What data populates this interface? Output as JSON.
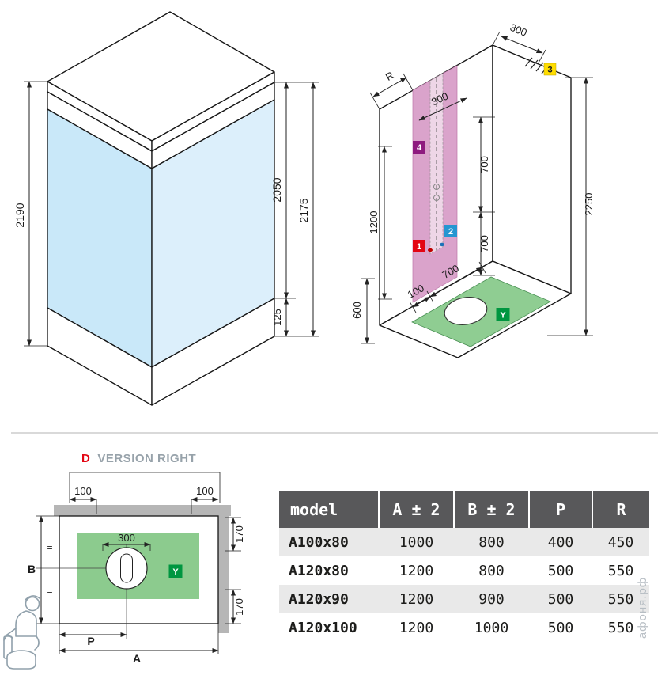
{
  "cabin": {
    "d_total_left": "2190",
    "d_glass": "2050",
    "d_base": "125",
    "d_total_right": "2175"
  },
  "installation": {
    "d_wall_top": "300",
    "marker_3": "3",
    "d_r": "R",
    "d_inner_300": "300",
    "marker_4": "4",
    "d_700_upper": "700",
    "d_700_lower": "700",
    "d_1200": "1200",
    "marker_1": "1",
    "marker_2": "2",
    "d_100": "100",
    "d_700_bottom": "700",
    "d_600": "600",
    "d_2250": "2250",
    "marker_y": "Y"
  },
  "plan": {
    "title_letter": "D",
    "title_text": "VERSION RIGHT",
    "d_100_left": "100",
    "d_100_right": "100",
    "d_300": "300",
    "d_170_top": "170",
    "d_170_bottom": "170",
    "equal_top": "=",
    "equal_bottom": "=",
    "label_b": "B",
    "label_p": "P",
    "label_a": "A",
    "marker_y": "Y"
  },
  "table": {
    "headers": [
      "model",
      "A ± 2",
      "B ± 2",
      "P",
      "R"
    ],
    "rows": [
      [
        "A100x80",
        "1000",
        "800",
        "400",
        "450"
      ],
      [
        "A120x80",
        "1200",
        "800",
        "500",
        "550"
      ],
      [
        "A120x90",
        "1200",
        "900",
        "500",
        "550"
      ],
      [
        "A120x100",
        "1200",
        "1000",
        "500",
        "550"
      ]
    ]
  },
  "watermark": {
    "text": "афоня.рф"
  },
  "colors": {
    "glass_blue_left": "#c9e8f9",
    "glass_blue_right": "#dceffb",
    "pink_zone": "#daa3cb",
    "green_tray": "#8fcd92",
    "marker_red": "#e30613",
    "marker_blue": "#2596d1",
    "marker_yellow": "#ffdd00",
    "marker_purple": "#8e1b7f",
    "marker_green": "#009640",
    "accent_red": "#e30613",
    "table_header_bg": "#58585a",
    "table_row_alt": "#e9e9e9"
  }
}
